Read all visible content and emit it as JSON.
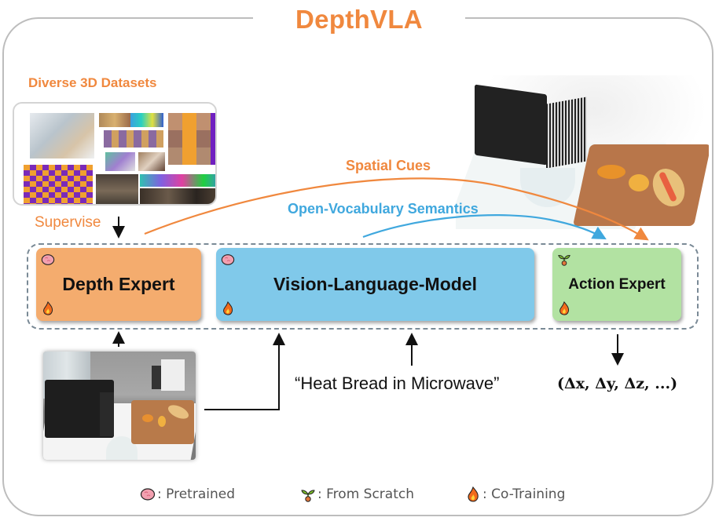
{
  "title": "DepthVLA",
  "datasets": {
    "title": "Diverse 3D Datasets",
    "supervise_label": "Supervise"
  },
  "flows": {
    "spatial_cues": "Spatial Cues",
    "open_vocab": "Open-Vocabulary Semantics"
  },
  "modules": [
    {
      "name": "Depth Expert",
      "color": "#f4ac6e",
      "status": [
        "pretrained",
        "co-training"
      ]
    },
    {
      "name": "Vision-Language-Model",
      "color": "#80c9ea",
      "status": [
        "pretrained",
        "co-training"
      ]
    },
    {
      "name": "Action Expert",
      "color": "#b2e2a2",
      "status": [
        "from-scratch",
        "co-training"
      ]
    }
  ],
  "inputs": {
    "instruction": "“Heat Bread in Microwave”",
    "action_output": "(Δx, Δy, Δz, ...)"
  },
  "legend": [
    {
      "icon": "brain-icon",
      "label": ": Pretrained"
    },
    {
      "icon": "sprout-icon",
      "label": ": From Scratch"
    },
    {
      "icon": "fire-icon",
      "label": ": Co-Training"
    }
  ],
  "colors": {
    "accent_orange": "#f0883e",
    "accent_blue": "#40a8de",
    "dashed_border": "#7a8a96"
  }
}
